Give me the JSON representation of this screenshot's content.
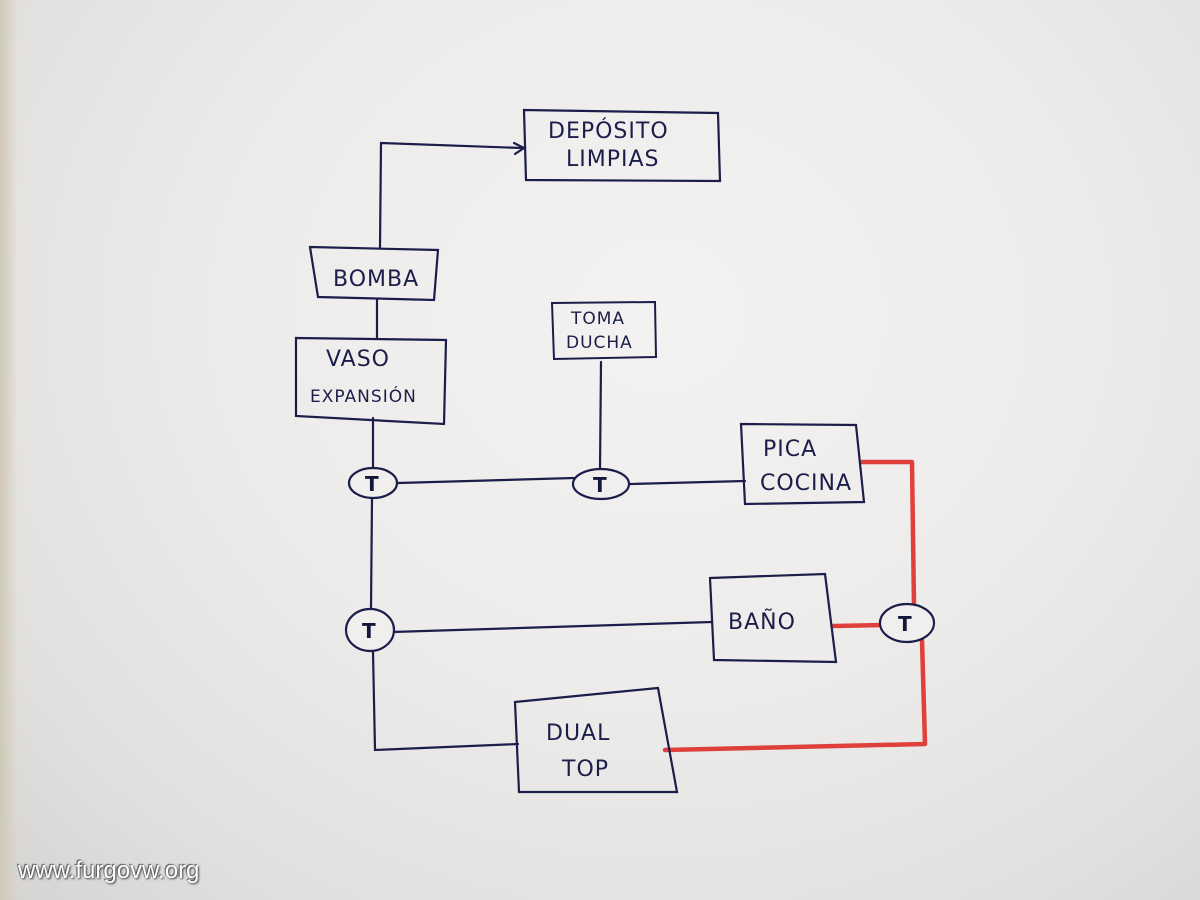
{
  "diagram": {
    "nodes": {
      "deposito": {
        "line1": "DEPÓSITO",
        "line2": "LIMPIAS"
      },
      "bomba": {
        "label": "BOMBA"
      },
      "vaso": {
        "line1": "VASO",
        "line2": "EXPANSIÓN"
      },
      "toma": {
        "line1": "TOMA",
        "line2": "DUCHA"
      },
      "pica": {
        "line1": "PICA",
        "line2": "COCINA"
      },
      "bano": {
        "label": "BAÑO"
      },
      "dual": {
        "line1": "DUAL",
        "line2": "TOP"
      }
    },
    "tees": {
      "t1": "T",
      "t2": "T",
      "t3": "T",
      "t4": "T"
    },
    "colors": {
      "ink": "#1b1d4a",
      "hot_water": "#e0403c"
    }
  },
  "watermark": "www.furgovw.org"
}
